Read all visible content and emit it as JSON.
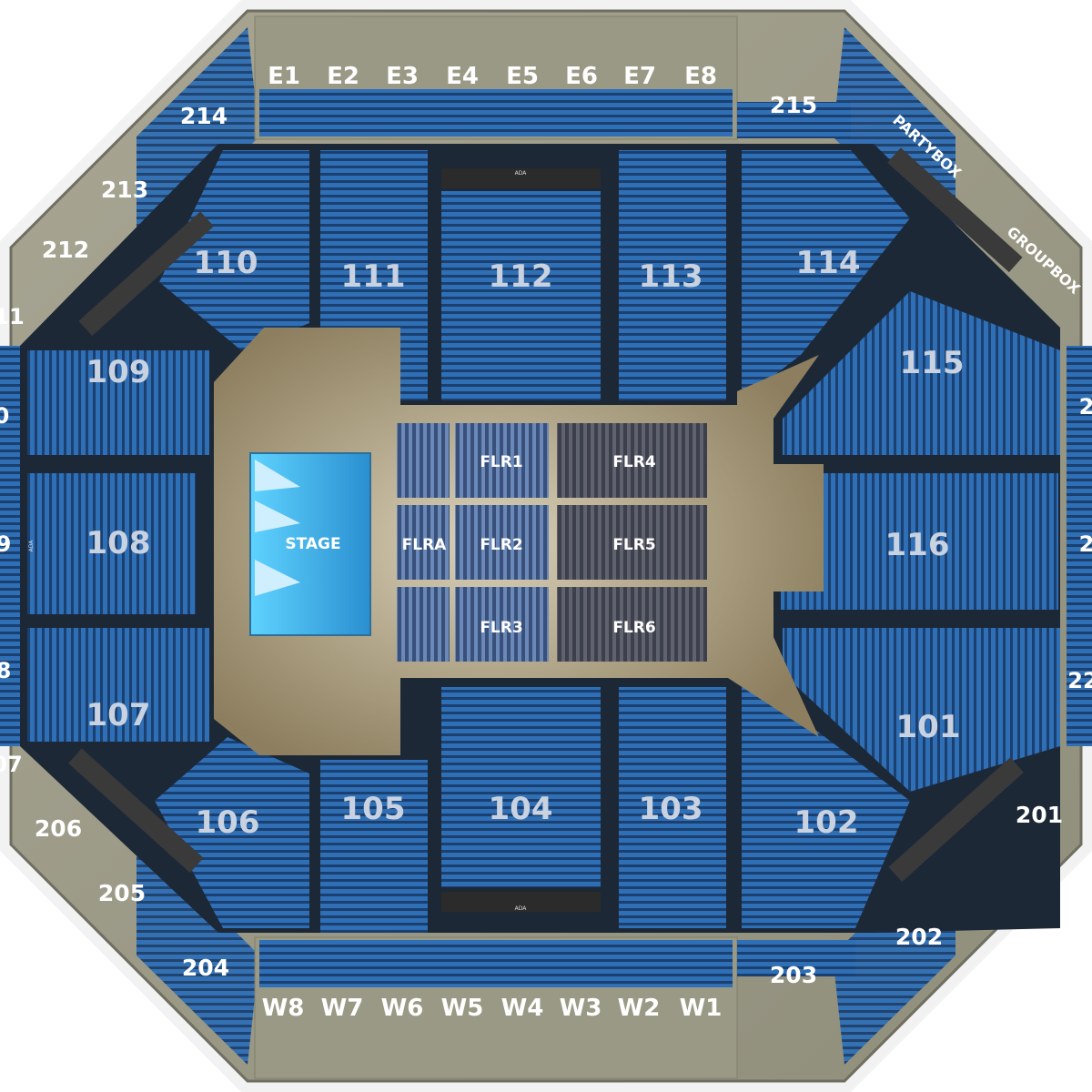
{
  "colors": {
    "outer_frame": "#7d7f78",
    "concourse": "#9c9b86",
    "seat_blue": "#1f5a9c",
    "seat_blue_light": "#2f73bd",
    "floor_wood": "#a89a78",
    "stage": "#3fb3e6",
    "dark_bg": "#1d2836"
  },
  "map": {
    "lower_sections": [
      {
        "id": "101",
        "label": "101"
      },
      {
        "id": "102",
        "label": "102"
      },
      {
        "id": "103",
        "label": "103"
      },
      {
        "id": "104",
        "label": "104"
      },
      {
        "id": "105",
        "label": "105"
      },
      {
        "id": "106",
        "label": "106"
      },
      {
        "id": "107",
        "label": "107"
      },
      {
        "id": "108",
        "label": "108"
      },
      {
        "id": "109",
        "label": "109"
      },
      {
        "id": "110",
        "label": "110"
      },
      {
        "id": "111",
        "label": "111"
      },
      {
        "id": "112",
        "label": "112"
      },
      {
        "id": "113",
        "label": "113"
      },
      {
        "id": "114",
        "label": "114"
      },
      {
        "id": "115",
        "label": "115"
      },
      {
        "id": "116",
        "label": "116"
      }
    ],
    "east_sections": [
      "E1",
      "E2",
      "E3",
      "E4",
      "E5",
      "E6",
      "E7",
      "E8"
    ],
    "west_sections": [
      "W8",
      "W7",
      "W6",
      "W5",
      "W4",
      "W3",
      "W2",
      "W1"
    ],
    "upper_sections": [
      {
        "id": "201",
        "label": "201"
      },
      {
        "id": "202",
        "label": "202"
      },
      {
        "id": "203",
        "label": "203"
      },
      {
        "id": "204",
        "label": "204"
      },
      {
        "id": "205",
        "label": "205"
      },
      {
        "id": "206",
        "label": "206"
      },
      {
        "id": "212",
        "label": "212"
      },
      {
        "id": "213",
        "label": "213"
      },
      {
        "id": "214",
        "label": "214"
      },
      {
        "id": "215",
        "label": "215"
      }
    ],
    "boxes": {
      "partybox": "PARTYBOX",
      "groupbox": "GROUPBOX"
    },
    "stage": "STAGE",
    "floor_sections": [
      "FLRA",
      "FLR1",
      "FLR2",
      "FLR3",
      "FLR4",
      "FLR5",
      "FLR6"
    ],
    "ada": "ADA",
    "edge_partial": [
      "11",
      "0",
      "9",
      "8",
      "07",
      "2",
      "2",
      "22"
    ]
  }
}
